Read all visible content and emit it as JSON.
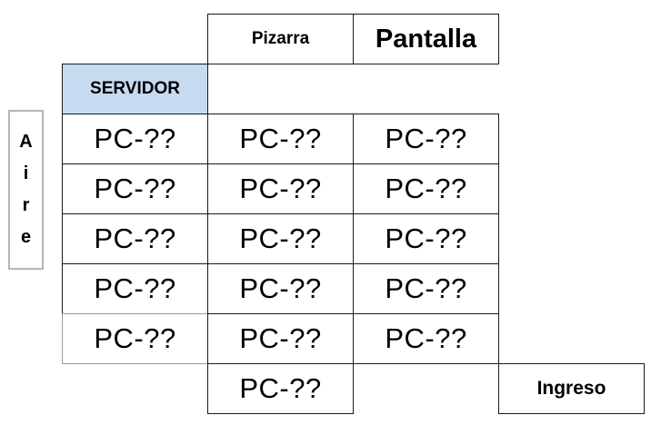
{
  "top_labels": {
    "pizarra": "Pizarra",
    "pantalla": "Pantalla"
  },
  "servidor": "SERVIDOR",
  "aire": [
    "A",
    "i",
    "r",
    "e"
  ],
  "ingreso": "Ingreso",
  "pc_grid": {
    "rows": [
      [
        "PC-??",
        "PC-??",
        "PC-??"
      ],
      [
        "PC-??",
        "PC-??",
        "PC-??"
      ],
      [
        "PC-??",
        "PC-??",
        "PC-??"
      ],
      [
        "PC-??",
        "PC-??",
        "PC-??"
      ],
      [
        "PC-??",
        "PC-??",
        "PC-??"
      ]
    ],
    "extra_bottom": "PC-??"
  },
  "colors": {
    "servidor_fill": "#c7dbf0",
    "aire_border": "#b5b5b5"
  }
}
